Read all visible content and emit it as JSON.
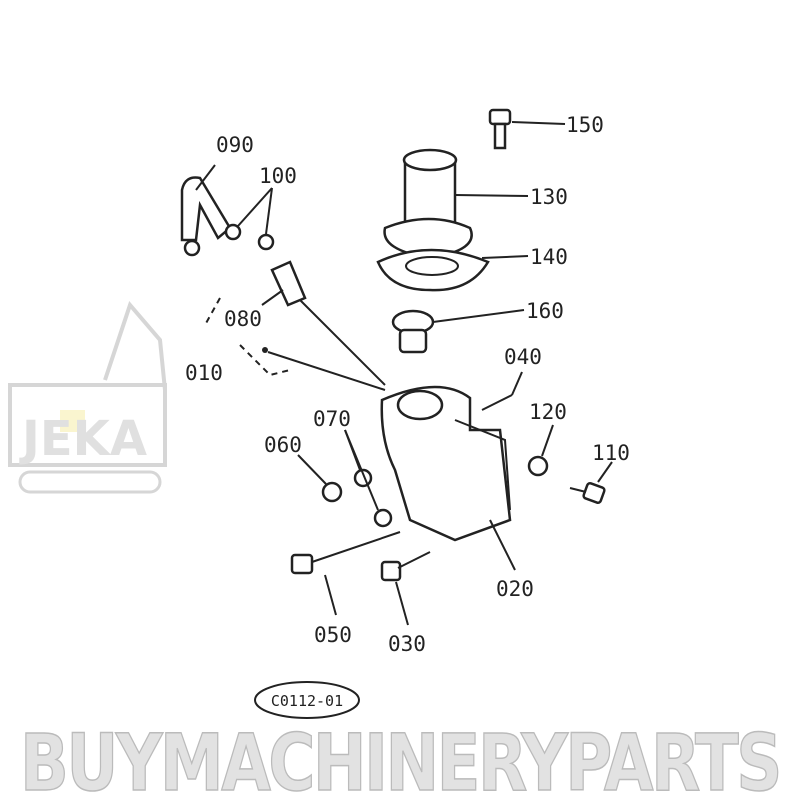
{
  "diagram": {
    "parts": [
      {
        "id": "150"
      },
      {
        "id": "130"
      },
      {
        "id": "140"
      },
      {
        "id": "160"
      },
      {
        "id": "090"
      },
      {
        "id": "100"
      },
      {
        "id": "080"
      },
      {
        "id": "010"
      },
      {
        "id": "040"
      },
      {
        "id": "120"
      },
      {
        "id": "110"
      },
      {
        "id": "070"
      },
      {
        "id": "060"
      },
      {
        "id": "020"
      },
      {
        "id": "050"
      },
      {
        "id": "030"
      }
    ],
    "figure_code": "C0112-01"
  },
  "watermark": {
    "text": "BUYMACHINERYPARTS",
    "logo_text": "JEKA",
    "logo_accent": "#f7f0b0",
    "color": "#d0d0d0"
  }
}
